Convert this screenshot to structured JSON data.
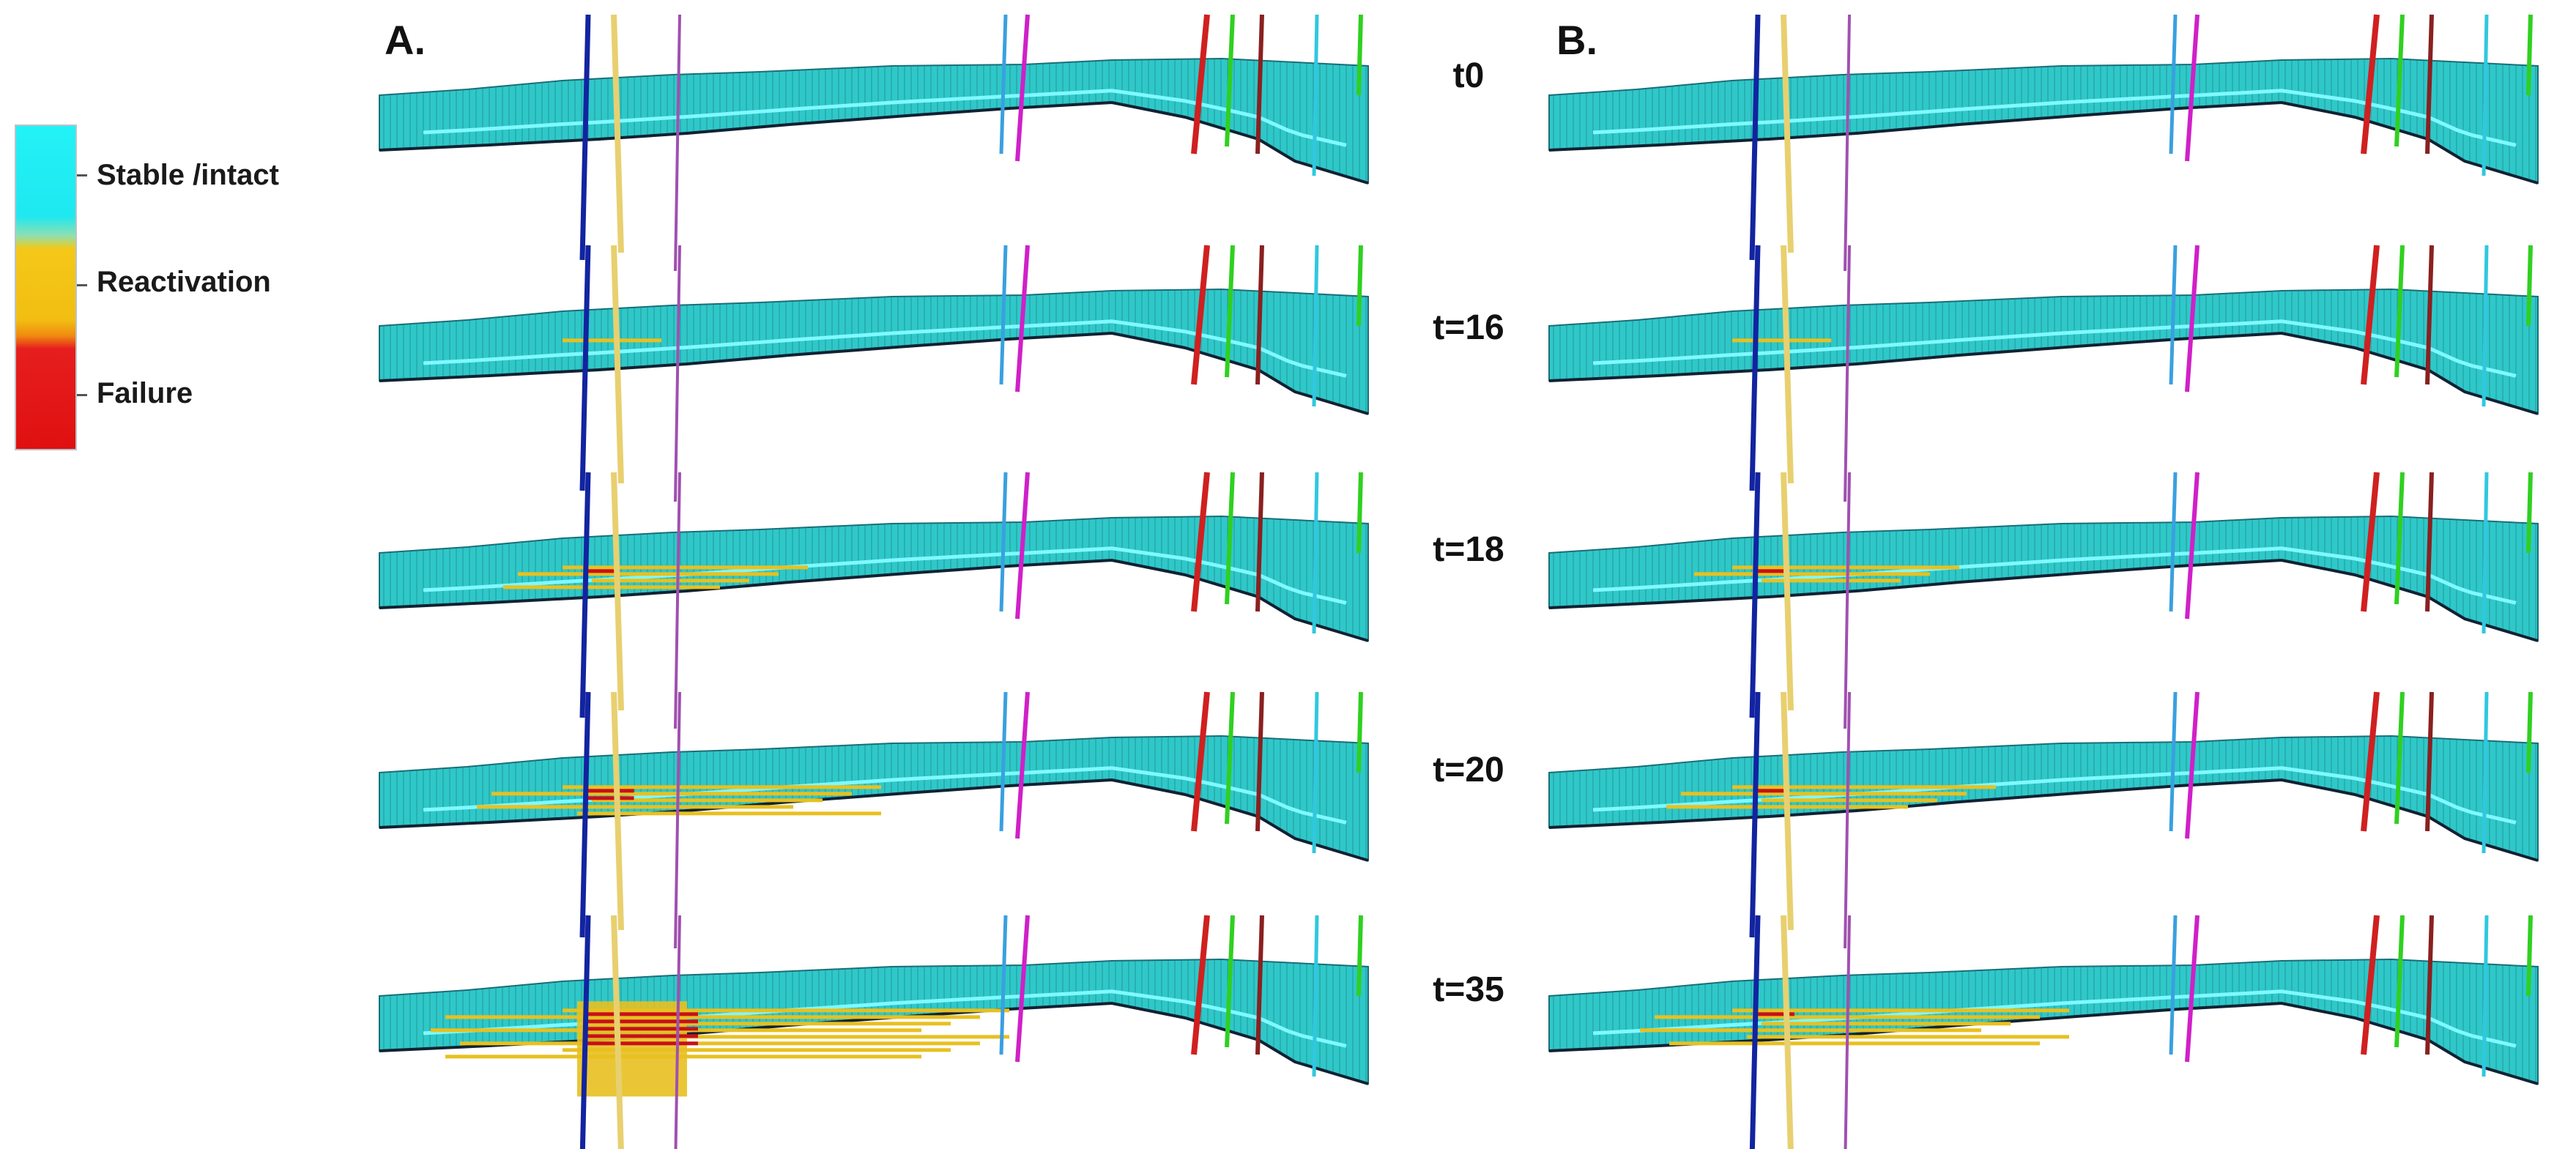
{
  "legend": {
    "items": [
      {
        "label": "Stable /intact",
        "color": "#22f2f6"
      },
      {
        "label": "Reactivation",
        "color": "#f2c214"
      },
      {
        "label": "Failure",
        "color": "#e01010"
      }
    ]
  },
  "panels": [
    {
      "letter": "A."
    },
    {
      "letter": "B."
    }
  ],
  "time_steps": [
    {
      "label": "t0",
      "reactivation": 0.0,
      "failure": 0.0,
      "reactivation_b": 0.0,
      "failure_b": 0.0
    },
    {
      "label": "t=16",
      "reactivation": 0.05,
      "failure": 0.0,
      "reactivation_b": 0.05,
      "failure_b": 0.0
    },
    {
      "label": "t=18",
      "reactivation": 0.45,
      "failure": 0.05,
      "reactivation_b": 0.4,
      "failure_b": 0.04
    },
    {
      "label": "t=20",
      "reactivation": 0.65,
      "failure": 0.15,
      "reactivation_b": 0.5,
      "failure_b": 0.05
    },
    {
      "label": "t=35",
      "reactivation": 1.0,
      "failure": 0.5,
      "reactivation_b": 0.7,
      "failure_b": 0.1
    }
  ],
  "colors": {
    "grid_fill": "#2fc8c8",
    "grid_line": "#1a6e78",
    "horizon": "#7ff9ff",
    "reactivation": "#e8c020",
    "failure": "#c8101a",
    "wells": [
      "#1224a0",
      "#e8d070",
      "#a050b0",
      "#3aa0e0",
      "#d020c8",
      "#d02020",
      "#30d020",
      "#8a2020",
      "#30c8e0"
    ]
  }
}
